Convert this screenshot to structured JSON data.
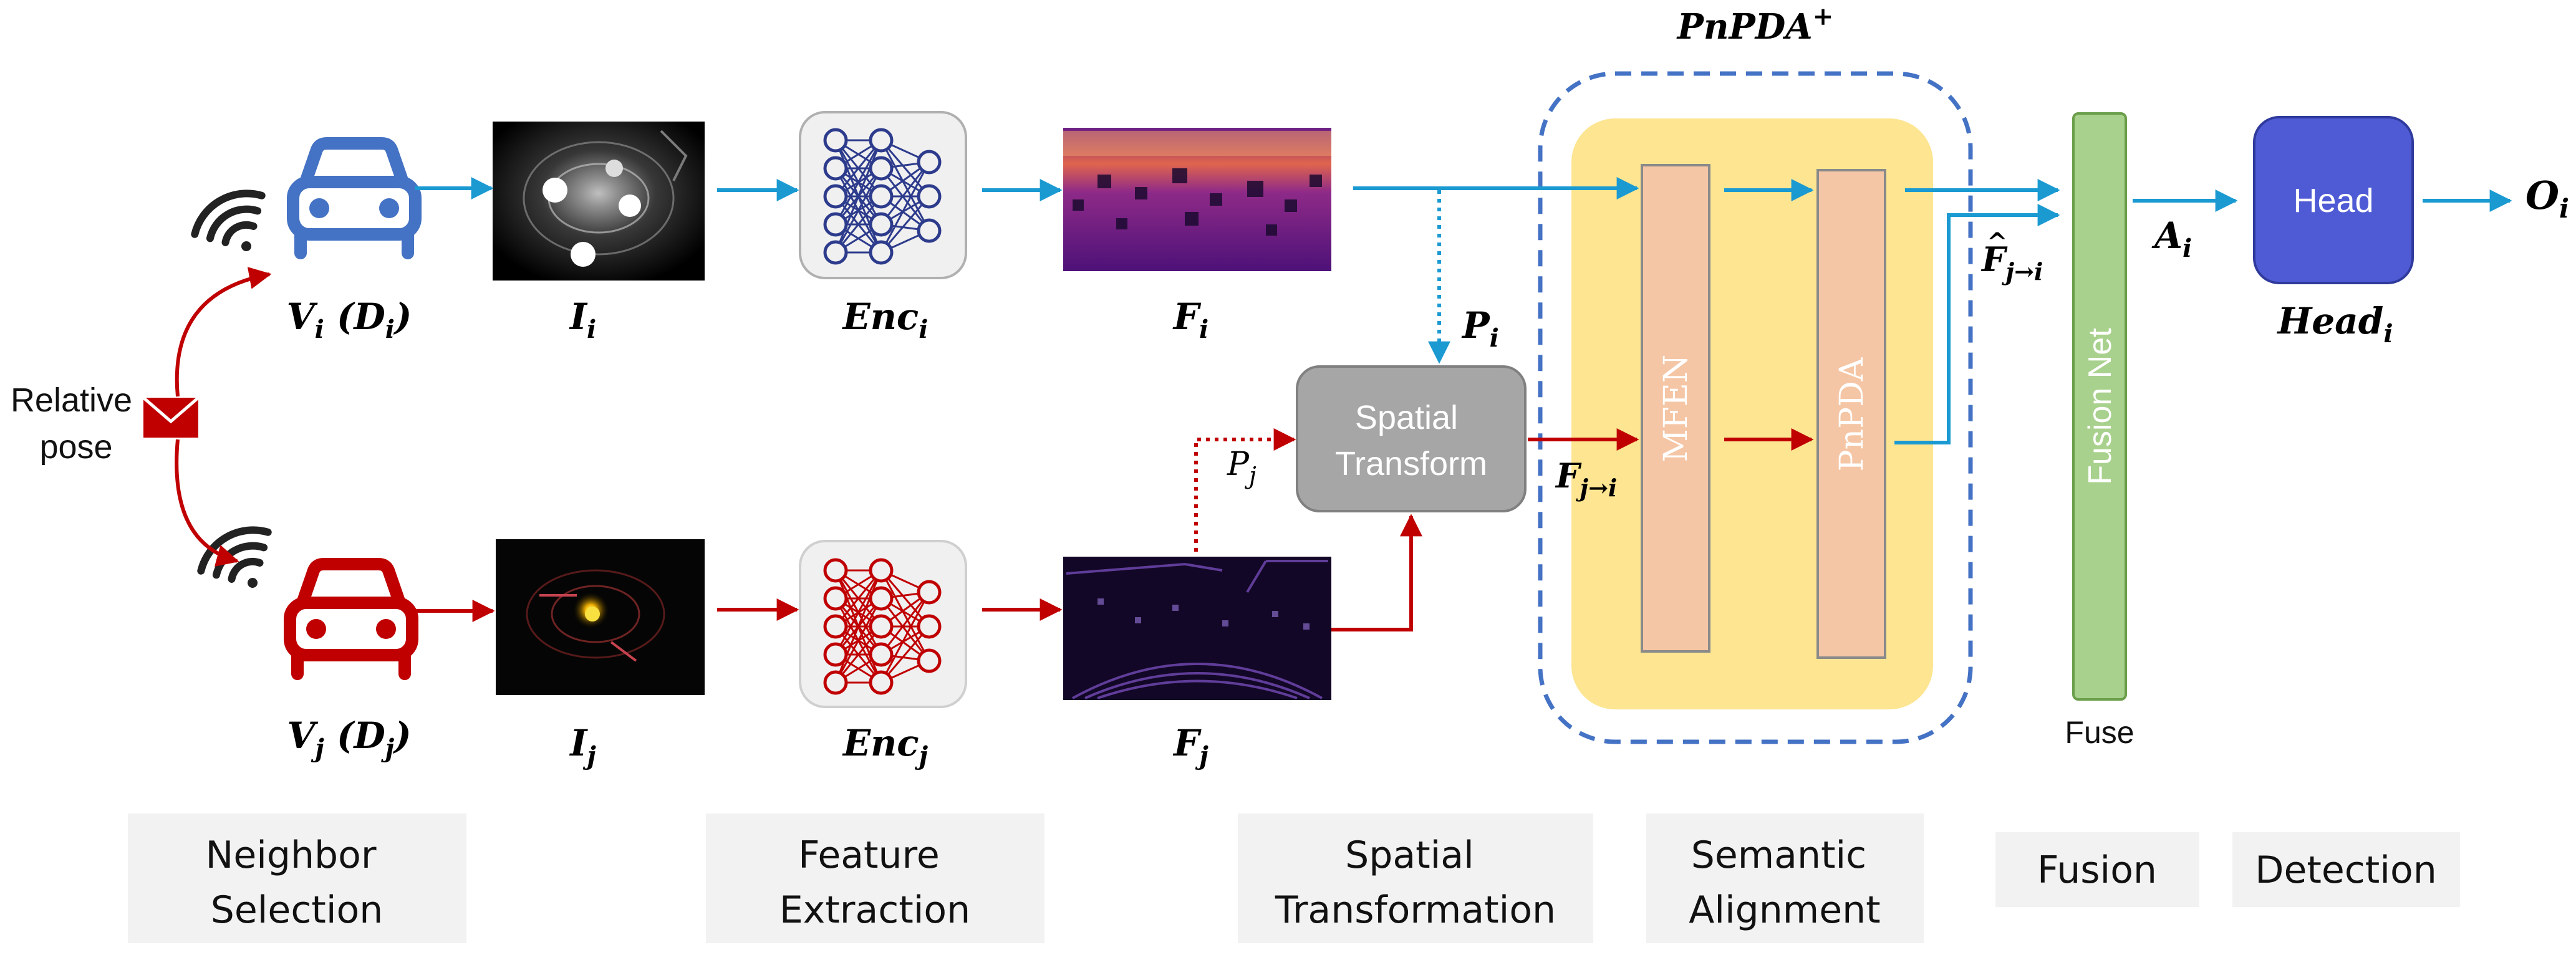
{
  "neighbor": {
    "relative_pose": [
      "Relative",
      "pose"
    ],
    "ego_vehicle": {
      "base": "V",
      "sub": "i",
      "paren_base": "D",
      "paren_sub": "i"
    },
    "other_vehicle": {
      "base": "V",
      "sub": "j",
      "paren_base": "D",
      "paren_sub": "j"
    }
  },
  "inputs": {
    "ego": {
      "base": "I",
      "sub": "i"
    },
    "other": {
      "base": "I",
      "sub": "j"
    }
  },
  "encoders": {
    "ego": {
      "base": "Enc",
      "sub": "i"
    },
    "other": {
      "base": "Enc",
      "sub": "j"
    }
  },
  "features": {
    "ego": {
      "base": "F",
      "sub": "i"
    },
    "other": {
      "base": "F",
      "sub": "j"
    },
    "ego_pose": {
      "base": "P",
      "sub": "i"
    },
    "other_pose": {
      "base": "P",
      "sub": "j"
    },
    "transformed": {
      "base": "F",
      "sub": "j→i"
    },
    "aligned": {
      "base": "F",
      "hat": "^",
      "sub": "j→i"
    }
  },
  "spatial_transform": {
    "line1": "Spatial",
    "line2": "Transform"
  },
  "pnpda": {
    "title": "PnPDA",
    "title_sup": "+",
    "mfen_label": "MFEN",
    "pnpda_label": "PnPDA"
  },
  "fusion": {
    "label": "Fusion Net",
    "caption": "Fuse"
  },
  "head": {
    "label": "Head",
    "name_base": "Head",
    "name_sub": "i",
    "attention": {
      "base": "A",
      "sub": "i"
    },
    "output": {
      "base": "O",
      "sub": "i"
    }
  },
  "stages": [
    [
      "Neighbor",
      "Selection"
    ],
    [
      "Feature",
      "Extraction"
    ],
    [
      "Spatial",
      "Transformation"
    ],
    [
      "Semantic",
      "Alignment"
    ],
    [
      "Fusion"
    ],
    [
      "Detection"
    ]
  ],
  "colors": {
    "ego": "#1b9ad2",
    "other": "#c00000",
    "ego_car": "#4472c4",
    "other_car": "#c00000",
    "pnpda_bg": "#fde591",
    "module": "#f5c6a5",
    "fusion": "#a9d18e",
    "head": "#4f5bd5",
    "spatial": "#a6a6a6",
    "stage_bg": "#f2f2f2"
  }
}
